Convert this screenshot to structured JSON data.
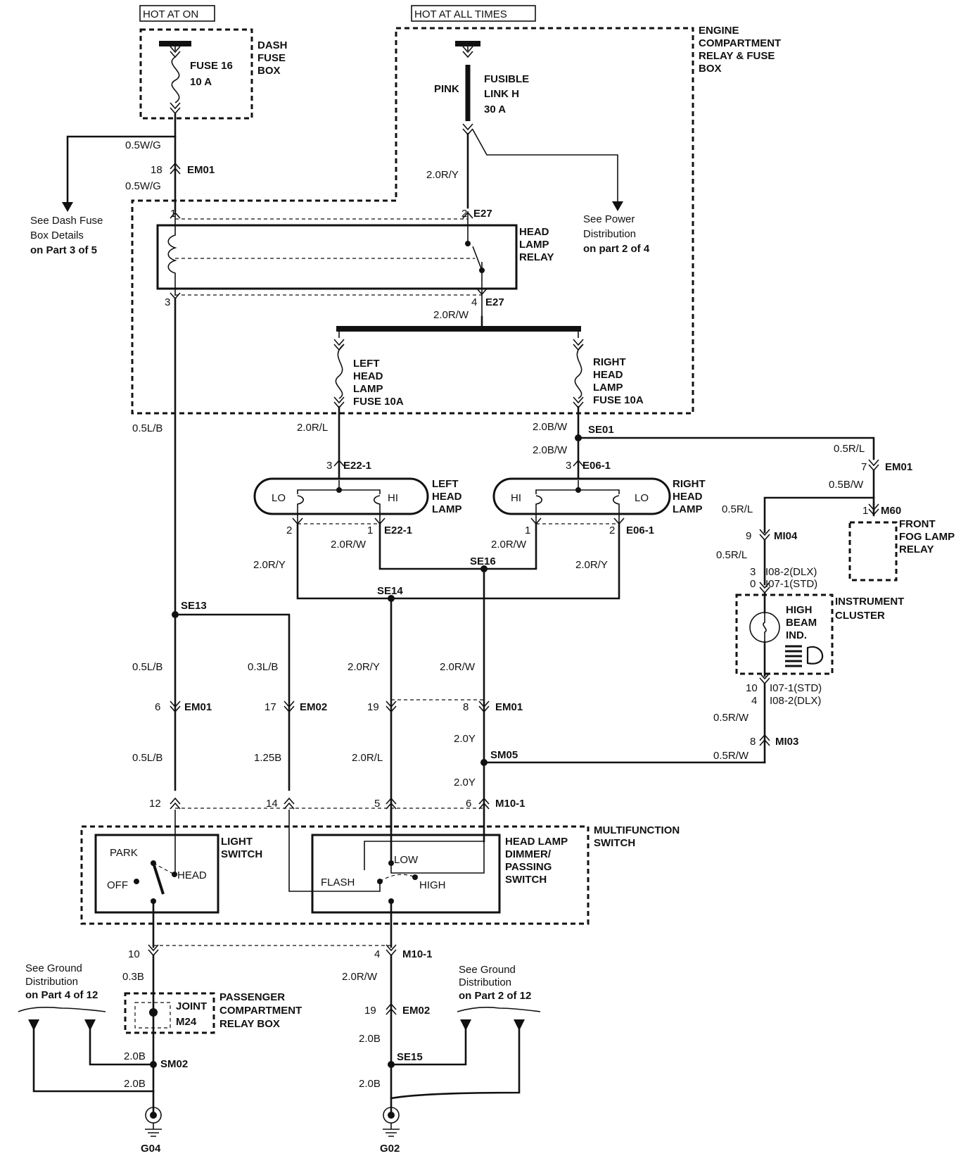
{
  "power": {
    "hot_at_on": "HOT AT ON",
    "hot_at_all_times": "HOT AT ALL TIMES"
  },
  "dash_fuse_box": {
    "title_1": "DASH",
    "title_2": "FUSE",
    "title_3": "BOX",
    "fuse_name": "FUSE 16",
    "fuse_rating": "10 A"
  },
  "engine_box": {
    "title_1": "ENGINE",
    "title_2": "COMPARTMENT",
    "title_3": "RELAY & FUSE",
    "title_4": "BOX",
    "link_color": "PINK",
    "link_name_1": "FUSIBLE",
    "link_name_2": "LINK H",
    "link_rating": "30 A",
    "relay_title_1": "HEAD",
    "relay_title_2": "LAMP",
    "relay_title_3": "RELAY",
    "left_fuse_1": "LEFT",
    "left_fuse_2": "HEAD",
    "left_fuse_3": "LAMP",
    "left_fuse_4": "FUSE 10A",
    "right_fuse_1": "RIGHT",
    "right_fuse_2": "HEAD",
    "right_fuse_3": "LAMP",
    "right_fuse_4": "FUSE 10A"
  },
  "references": {
    "dash_fuse_1": "See Dash Fuse",
    "dash_fuse_2": "Box Details",
    "dash_fuse_3": "on Part 3 of 5",
    "power_dist_1": "See Power",
    "power_dist_2": "Distribution",
    "power_dist_3": "on part 2 of 4",
    "ground_left_1": "See Ground",
    "ground_left_2": "Distribution",
    "ground_left_3": "on Part 4 of 12",
    "ground_right_1": "See Ground",
    "ground_right_2": "Distribution",
    "ground_right_3": "on Part 2 of 12"
  },
  "wires": {
    "w_05wg_a": "0.5W/G",
    "w_05wg_b": "0.5W/G",
    "w_20ry_top": "2.0R/Y",
    "w_20rw_relay": "2.0R/W",
    "w_05lb_a": "0.5L/B",
    "w_20rl_left": "2.0R/L",
    "w_20bw_a": "2.0B/W",
    "w_20bw_b": "2.0B/W",
    "w_05rl_a": "0.5R/L",
    "w_05bw": "0.5B/W",
    "w_05rl_b": "0.5R/L",
    "w_05rl_c": "0.5R/L",
    "w_20rw_l": "2.0R/W",
    "w_20rw_r": "2.0R/W",
    "w_20ry_l": "2.0R/Y",
    "w_20ry_r": "2.0R/Y",
    "w_05lb_b": "0.5L/B",
    "w_03lb": "0.3L/B",
    "w_20ry_mid": "2.0R/Y",
    "w_20rw_mid": "2.0R/W",
    "w_05rw_a": "0.5R/W",
    "w_05rw_b": "0.5R/W",
    "w_05lb_c": "0.5L/B",
    "w_125b": "1.25B",
    "w_20rl_mid": "2.0R/L",
    "w_20y_a": "2.0Y",
    "w_20y_b": "2.0Y",
    "w_03b": "0.3B",
    "w_20rw_low": "2.0R/W",
    "w_20b_a": "2.0B",
    "w_20b_b": "2.0B",
    "w_20b_c": "2.0B",
    "w_20b_d": "2.0B"
  },
  "connectors": {
    "em01": "EM01",
    "em02": "EM02",
    "e27": "E27",
    "e22_1": "E22-1",
    "e06_1": "E06-1",
    "mi04": "MI04",
    "mi03": "MI03",
    "m60": "M60",
    "m10_1": "M10-1",
    "i08_2_dlx": "I08-2(DLX)",
    "i07_1_std": "I07-1(STD)",
    "i07_1_std_b": "I07-1(STD)",
    "i08_2_dlx_b": "I08-2(DLX)"
  },
  "pins": {
    "p18": "18",
    "p1": "1",
    "p2": "2",
    "p3": "3",
    "p4": "4",
    "p3l": "3",
    "p3r": "3",
    "p2l": "2",
    "p1l": "1",
    "p1r": "1",
    "p2r": "2",
    "p7": "7",
    "p1m60": "1",
    "p9": "9",
    "p3i": "3",
    "p0i": "0",
    "p10i": "10",
    "p4i": "4",
    "p8i": "8",
    "p6": "6",
    "p17": "17",
    "p19": "19",
    "p8": "8",
    "p12": "12",
    "p14": "14",
    "p5": "5",
    "p6m": "6",
    "p10": "10",
    "p4m": "4",
    "p19b": "19"
  },
  "splices": {
    "se01": "SE01",
    "se13": "SE13",
    "se14": "SE14",
    "se16": "SE16",
    "sm05": "SM05",
    "sm02": "SM02",
    "se15": "SE15"
  },
  "components": {
    "left_lamp_1": "LEFT",
    "left_lamp_2": "HEAD",
    "left_lamp_3": "LAMP",
    "right_lamp_1": "RIGHT",
    "right_lamp_2": "HEAD",
    "right_lamp_3": "LAMP",
    "lo": "LO",
    "hi": "HI",
    "lo_r": "LO",
    "hi_r": "HI",
    "fog_1": "FRONT",
    "fog_2": "FOG LAMP",
    "fog_3": "RELAY",
    "cluster_1": "INSTRUMENT",
    "cluster_2": "CLUSTER",
    "hbi_1": "HIGH",
    "hbi_2": "BEAM",
    "hbi_3": "IND.",
    "multi_1": "MULTIFUNCTION",
    "multi_2": "SWITCH",
    "light_sw_1": "LIGHT",
    "light_sw_2": "SWITCH",
    "park": "PARK",
    "off": "OFF",
    "head": "HEAD",
    "dimmer_1": "HEAD LAMP",
    "dimmer_2": "DIMMER/",
    "dimmer_3": "PASSING",
    "dimmer_4": "SWITCH",
    "low": "LOW",
    "flash": "FLASH",
    "high": "HIGH",
    "pcrb_1": "PASSENGER",
    "pcrb_2": "COMPARTMENT",
    "pcrb_3": "RELAY BOX",
    "joint": "JOINT",
    "m24": "M24"
  },
  "grounds": {
    "g04": "G04",
    "g02": "G02"
  }
}
